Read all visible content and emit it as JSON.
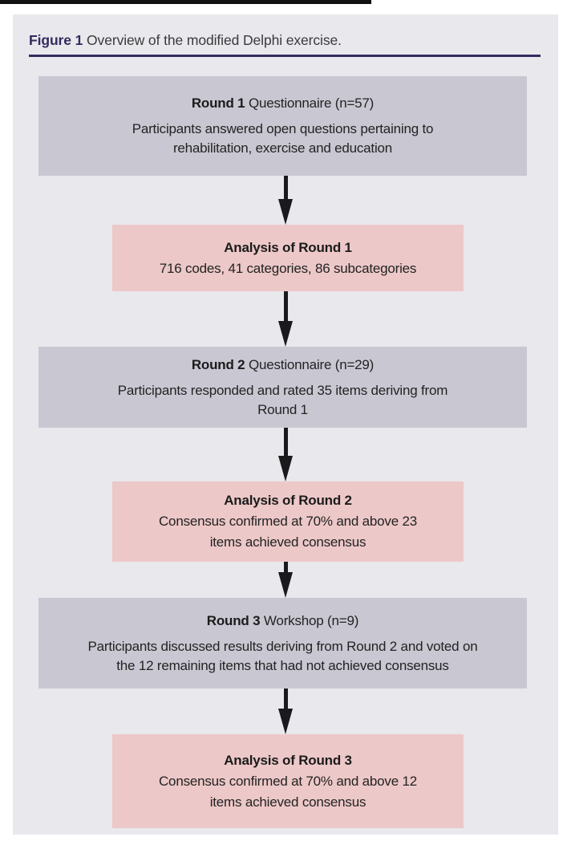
{
  "figure": {
    "label": "Figure 1",
    "caption": " Overview of the modified Delphi exercise."
  },
  "colors": {
    "page_background": "#e9e8ed",
    "round_box": "#c9c7d2",
    "analysis_box": "#edc8c8",
    "accent_navy": "#322c5f",
    "arrow": "#1a1a1c"
  },
  "flow": {
    "boxes": [
      {
        "variant": "round",
        "title_bold": "Round 1",
        "title_rest": " Questionnaire (n=57)",
        "line1": "Participants answered open questions pertaining to",
        "line2": "rehabilitation, exercise and education"
      },
      {
        "variant": "analysis",
        "title_bold": "Analysis of Round 1",
        "title_rest": "",
        "line1": "716 codes, 41 categories, 86 subcategories",
        "line2": ""
      },
      {
        "variant": "round",
        "title_bold": "Round 2",
        "title_rest": " Questionnaire (n=29)",
        "line1": "Participants responded and rated 35 items deriving from",
        "line2": "Round 1"
      },
      {
        "variant": "analysis",
        "title_bold": "Analysis of Round 2",
        "title_rest": "",
        "line1": "Consensus confirmed at 70% and above 23",
        "line2": "items achieved consensus"
      },
      {
        "variant": "round",
        "title_bold": "Round 3",
        "title_rest": " Workshop (n=9)",
        "line1": "Participants discussed results deriving from Round 2 and voted on",
        "line2": "the 12 remaining items that had not achieved consensus"
      },
      {
        "variant": "analysis",
        "title_bold": "Analysis of Round 3",
        "title_rest": "",
        "line1": "Consensus confirmed at 70% and above 12",
        "line2": "items achieved consensus"
      }
    ]
  }
}
